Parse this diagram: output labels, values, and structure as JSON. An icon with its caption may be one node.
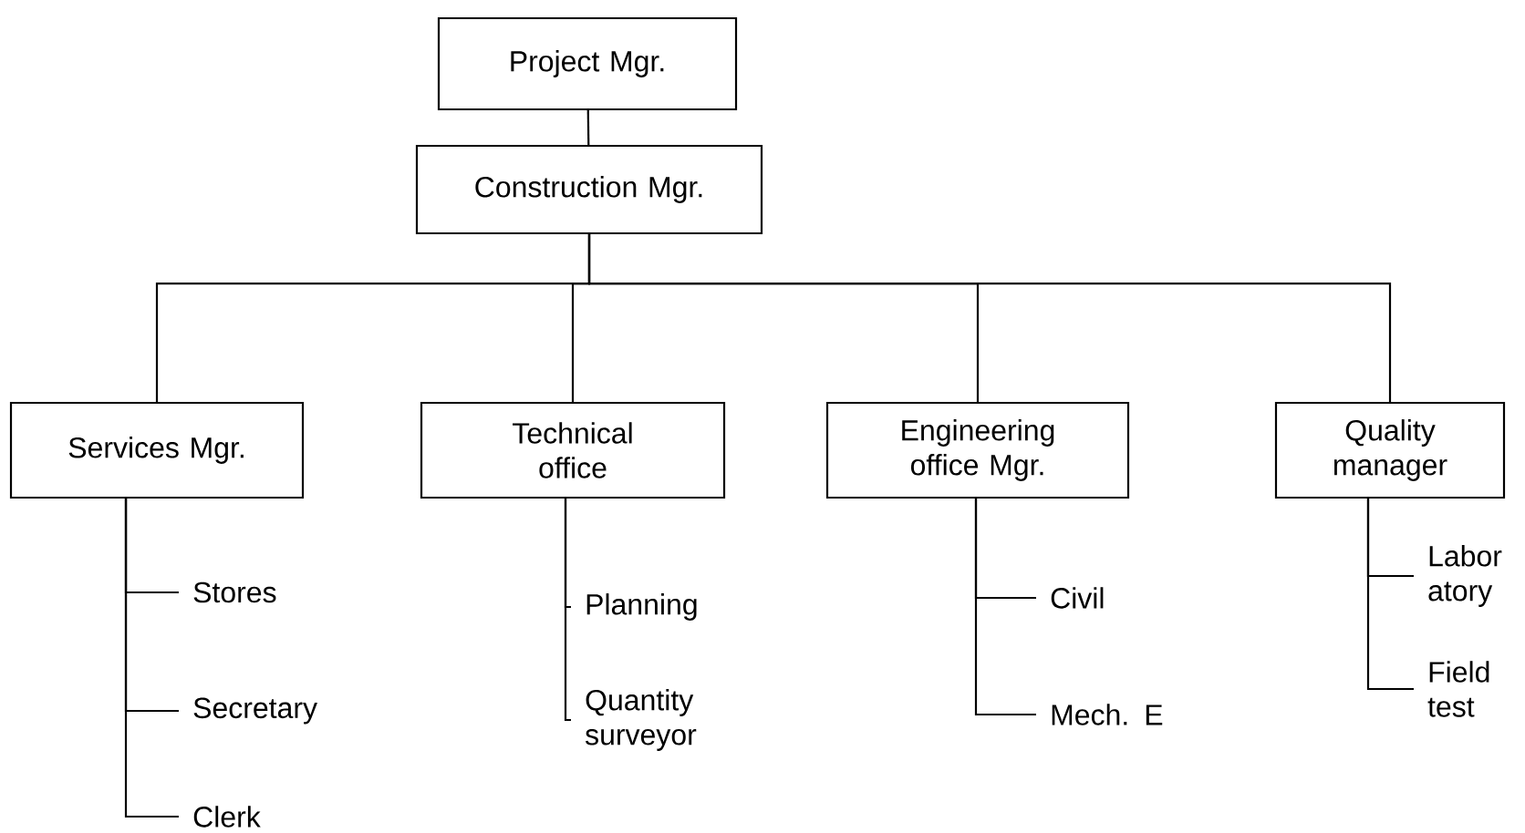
{
  "diagram": {
    "nodes": [
      {
        "text": [
          "Project Mgr."
        ]
      },
      {
        "text": [
          "Construction Mgr."
        ]
      },
      {
        "text": [
          "Services Mgr."
        ]
      },
      {
        "text": [
          "Technical office"
        ]
      },
      {
        "text": [
          "Engineering office Mgr."
        ]
      },
      {
        "text": [
          "Quality manager"
        ]
      },
      {
        "text": [
          "Stores"
        ]
      },
      {
        "text": [
          "Secretary"
        ]
      },
      {
        "text": [
          "Clerk"
        ]
      },
      {
        "text": [
          "Planning"
        ]
      },
      {
        "text": [
          "Quantity surveyor"
        ]
      },
      {
        "text": [
          "Civil"
        ]
      },
      {
        "text": [
          "Mech. E"
        ]
      },
      {
        "text": [
          "Labor atory"
        ]
      },
      {
        "text": [
          "Field test"
        ]
      }
    ],
    "edges": [
      {
        "from": 0,
        "to": 1,
        "arrow": "none"
      },
      {
        "from": 1,
        "to": 2,
        "arrow": "none"
      },
      {
        "from": 1,
        "to": 3,
        "arrow": "none"
      },
      {
        "from": 1,
        "to": 4,
        "arrow": "none"
      },
      {
        "from": 1,
        "to": 5,
        "arrow": "none"
      },
      {
        "from": 2,
        "to": 6,
        "arrow": "none"
      },
      {
        "from": 2,
        "to": 7,
        "arrow": "none"
      },
      {
        "from": 2,
        "to": 8,
        "arrow": "none"
      },
      {
        "from": 3,
        "to": 9,
        "arrow": "none"
      },
      {
        "from": 3,
        "to": 10,
        "arrow": "none"
      },
      {
        "from": 4,
        "to": 11,
        "arrow": "none"
      },
      {
        "from": 4,
        "to": 12,
        "arrow": "none"
      },
      {
        "from": 5,
        "to": 13,
        "arrow": "none"
      },
      {
        "from": 5,
        "to": 14,
        "arrow": "none"
      }
    ]
  }
}
